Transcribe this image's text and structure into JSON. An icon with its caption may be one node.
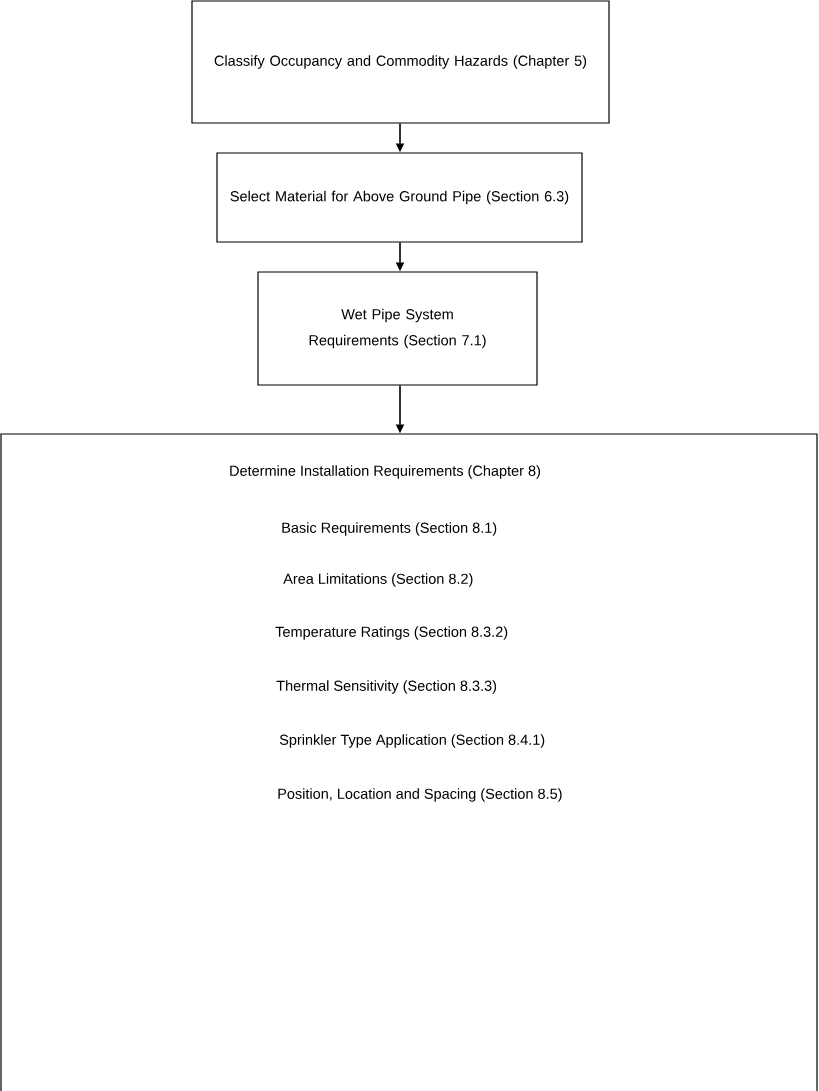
{
  "diagram": {
    "nodes": [
      {
        "text": [
          "Classify Occupancy and Commodity Hazards (Chapter 5)"
        ]
      },
      {
        "text": [
          "Select Material for Above Ground Pipe (Section 6.3)"
        ]
      },
      {
        "text": [
          "Wet Pipe System Requirements (Section 7.1)"
        ]
      },
      {
        "text": [
          "Determine Installation Requirements (Chapter 8)",
          "Basic Requirements (Section 8.1)",
          "Area Limitations (Section 8.2)",
          "Temperature Ratings (Section 8.3.2)",
          "Thermal Sensitivity (Section 8.3.3)",
          "Sprinkler Type Application (Section 8.4.1)",
          "Position, Location and Spacing (Section 8.5)"
        ]
      }
    ],
    "edges": [
      {
        "from": 0,
        "to": 1,
        "arrow": "to"
      },
      {
        "from": 1,
        "to": 2,
        "arrow": "to"
      },
      {
        "from": 2,
        "to": 3,
        "arrow": "to"
      }
    ]
  }
}
